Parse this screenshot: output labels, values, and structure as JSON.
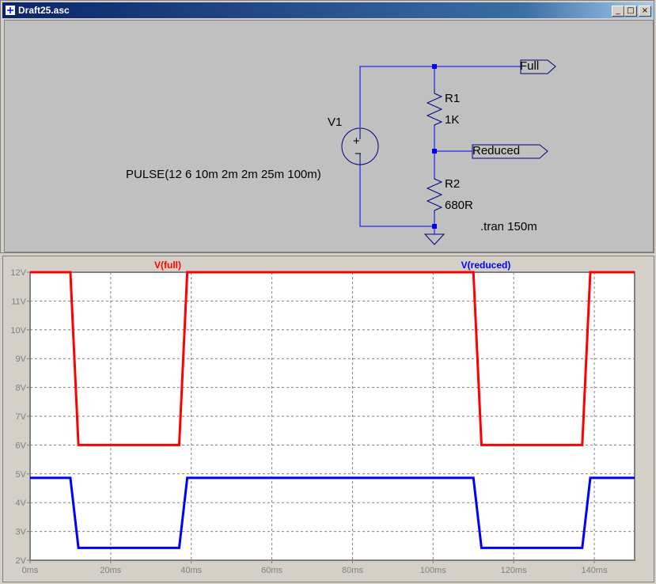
{
  "window": {
    "title": "Draft25.asc",
    "min_label": "_",
    "max_label": "□",
    "close_label": "×"
  },
  "schematic": {
    "source_name": "V1",
    "source_spec": "PULSE(12 6 10m 2m 2m 25m 100m)",
    "r1_name": "R1",
    "r1_value": "1K",
    "r2_name": "R2",
    "r2_value": "680R",
    "net_full": "Full",
    "net_reduced": "Reduced",
    "directive": ".tran 150m",
    "plus_sign": "+",
    "minus_sign": "−",
    "wire_color": "#0000ff",
    "part_color": "#000080",
    "background": "#c0c0c0"
  },
  "chart_data": {
    "type": "line",
    "xlabel": "",
    "ylabel": "",
    "xlim": [
      0,
      150
    ],
    "ylim": [
      2,
      12
    ],
    "x_ticks": [
      "0ms",
      "20ms",
      "40ms",
      "60ms",
      "80ms",
      "100ms",
      "120ms",
      "140ms"
    ],
    "x_tick_values": [
      0,
      20,
      40,
      60,
      80,
      100,
      120,
      140
    ],
    "y_ticks": [
      "2V",
      "3V",
      "4V",
      "5V",
      "6V",
      "7V",
      "8V",
      "9V",
      "10V",
      "11V",
      "12V"
    ],
    "y_tick_values": [
      2,
      3,
      4,
      5,
      6,
      7,
      8,
      9,
      10,
      11,
      12
    ],
    "grid": true,
    "series": [
      {
        "name": "V(full)",
        "color": "#ff0000",
        "x": [
          0,
          10,
          12,
          37,
          39,
          110,
          112,
          137,
          139,
          150
        ],
        "y": [
          12,
          12,
          6,
          6,
          12,
          12,
          6,
          6,
          12,
          12
        ]
      },
      {
        "name": "V(reduced)",
        "color": "#0000ff",
        "x": [
          0,
          10,
          12,
          37,
          39,
          110,
          112,
          137,
          139,
          150
        ],
        "y": [
          4.86,
          4.86,
          2.43,
          2.43,
          4.86,
          4.86,
          2.43,
          2.43,
          4.86,
          4.86
        ]
      }
    ]
  }
}
